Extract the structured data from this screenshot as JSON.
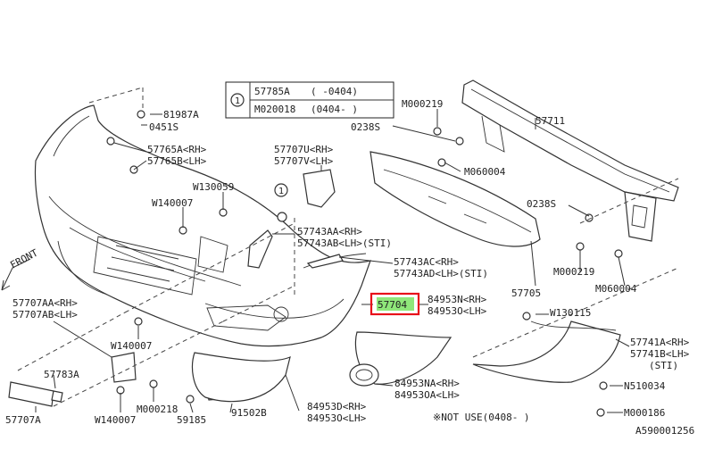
{
  "diagram": {
    "callout_table": {
      "marker": "1",
      "rows": [
        {
          "part": "57785A",
          "range": "(    -0404)"
        },
        {
          "part": "M020018",
          "range": "(0404-    )"
        }
      ]
    },
    "labels": {
      "p81987A": "81987A",
      "p0451S": "0451S",
      "p57765A": "57765A<RH>",
      "p57765B": "57765B<LH>",
      "pW130059": "W130059",
      "pW140007a": "W140007",
      "p57707U": "57707U<RH>",
      "p57707V": "57707V<LH>",
      "pM000219a": "M000219",
      "p0238Sa": "0238S",
      "pM060004a": "M060004",
      "p57711": "57711",
      "p0238Sb": "0238S",
      "p57743AA": "57743AA<RH>",
      "p57743AB": "57743AB<LH>(STI)",
      "p57743AC": "57743AC<RH>",
      "p57743AD": "57743AD<LH>(STI)",
      "pM000219b": "M000219",
      "pM060004b": "M060004",
      "p57705": "57705",
      "p57704": "57704",
      "p84953N": "84953N<RH>",
      "p84953O": "84953O<LH>",
      "pW130115": "W130115",
      "p57741A": "57741A<RH>",
      "p57741B": "57741B<LH>",
      "pSTI": "(STI)",
      "front": "FRONT",
      "p57707AA": "57707AA<RH>",
      "p57707AB": "57707AB<LH>",
      "pW140007b": "W140007",
      "p57783A": "57783A",
      "p57707A": "57707A",
      "pW140007c": "W140007",
      "pM000218": "M000218",
      "p59185": "59185",
      "p91502B": "91502B",
      "p84953Da": "84953D<RH>",
      "p84953Db": "84953O<LH>",
      "p84953NA": "84953NA<RH>",
      "p84953OA": "84953OA<LH>",
      "pN510034": "N510034",
      "pM000186": "M000186",
      "note": "※NOT USE(0408-    )",
      "code": "A590001256",
      "circle1": "1"
    },
    "highlighted_part": "57704",
    "colors": {
      "highlight_fill": "#8fe77a",
      "highlight_border": "#e8101a"
    }
  }
}
